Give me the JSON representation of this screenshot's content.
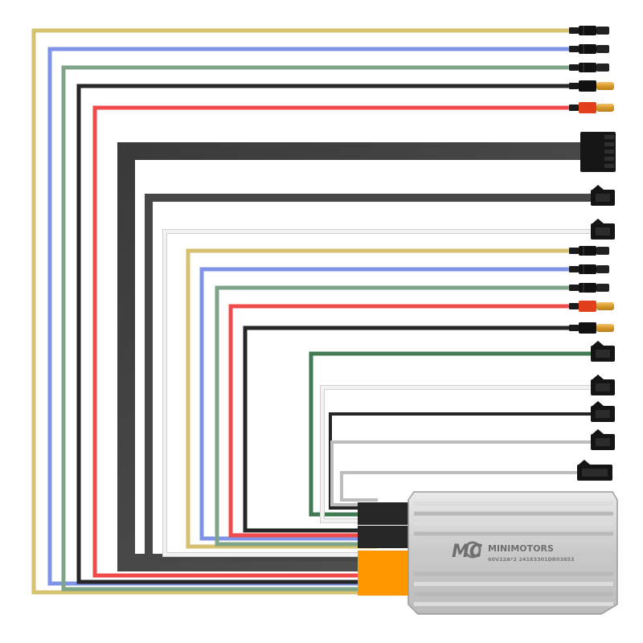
{
  "brand": {
    "logo_mark": "MC",
    "name": "MINIMOTORS",
    "spec": "60V22A*2 24183301DR03853"
  },
  "colors": {
    "yellow": "#d6c16f",
    "blue": "#7f94e6",
    "sage": "#7fa487",
    "black": "#262626",
    "red": "#f04b4b",
    "gray": "#474747",
    "white": "#f2f2f2",
    "dark_green": "#3f7a52",
    "light_gray": "#bdbdbd",
    "orange": "#ff9700",
    "housing": "#cfcfcf"
  },
  "wires": [
    {
      "name": "wire-yellow-1",
      "color": "yellow",
      "connector": "bullet-female"
    },
    {
      "name": "wire-blue-1",
      "color": "blue",
      "connector": "bullet-female"
    },
    {
      "name": "wire-sage-1",
      "color": "sage",
      "connector": "bullet-female"
    },
    {
      "name": "wire-black-1",
      "color": "black",
      "connector": "bullet-male"
    },
    {
      "name": "wire-red-1",
      "color": "red",
      "connector": "bullet-male-red"
    },
    {
      "name": "wire-gray-ribbon",
      "color": "gray",
      "connector": "multi-pin"
    },
    {
      "name": "wire-gray-1",
      "color": "gray",
      "connector": "jst"
    },
    {
      "name": "wire-white-1",
      "color": "white",
      "connector": "jst"
    },
    {
      "name": "wire-yellow-2",
      "color": "yellow",
      "connector": "bullet-female"
    },
    {
      "name": "wire-blue-2",
      "color": "blue",
      "connector": "bullet-female"
    },
    {
      "name": "wire-sage-2",
      "color": "sage",
      "connector": "bullet-female"
    },
    {
      "name": "wire-red-2",
      "color": "red",
      "connector": "bullet-male-red"
    },
    {
      "name": "wire-black-2",
      "color": "black",
      "connector": "bullet-male"
    },
    {
      "name": "wire-dark-green",
      "color": "dark_green",
      "connector": "jst"
    },
    {
      "name": "wire-white-2",
      "color": "white",
      "connector": "jst"
    },
    {
      "name": "wire-black-3",
      "color": "black",
      "connector": "jst"
    },
    {
      "name": "wire-light-gray",
      "color": "light_gray",
      "connector": "jst"
    },
    {
      "name": "wire-light-gray-2",
      "color": "light_gray",
      "connector": "jst-wide"
    }
  ],
  "sleeves": [
    {
      "name": "sleeve-black-1",
      "color": "black"
    },
    {
      "name": "sleeve-black-2",
      "color": "black"
    },
    {
      "name": "sleeve-orange-1",
      "color": "orange"
    },
    {
      "name": "sleeve-orange-2",
      "color": "orange"
    }
  ]
}
